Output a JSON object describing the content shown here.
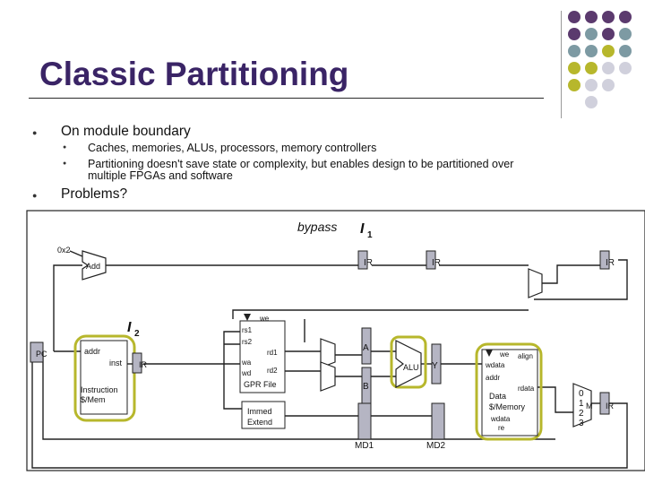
{
  "slide": {
    "title": "Classic Partitioning"
  },
  "bullets": {
    "l1a": "On module boundary",
    "l2a": "Caches, memories, ALUs, processors, memory controllers",
    "l2b_line1": "Partitioning doesn't save state or complexity, but enables design to be partitioned over",
    "l2b_line2": "multiple FPGAs and software",
    "l1b": "Problems?"
  },
  "diagram": {
    "bypass": "bypass",
    "i1_letter": "I",
    "i1_sub": "1",
    "i2_letter": "I",
    "i2_sub": "2",
    "const_0x2": "0x2",
    "add": "Add",
    "pc": "PC",
    "addr": "addr",
    "inst": "inst",
    "ir": "IR",
    "instr_mem_line1": "Instruction",
    "instr_mem_line2": "$/Mem",
    "we": "we",
    "rs1": "rs1",
    "rs2": "rs2",
    "rd1": "rd1",
    "wa": "wa",
    "wd": "wd",
    "rd2": "rd2",
    "gpr_file": "GPR File",
    "a": "A",
    "b": "B",
    "alu": "ALU",
    "y": "Y",
    "immed_line1": "Immed",
    "immed_line2": "Extend",
    "md1": "MD1",
    "md2": "MD2",
    "dm_we": "we",
    "dm_align": "align",
    "wdata": "wdata",
    "addr_label": "addr",
    "rdata": "rdata",
    "data_line1": "Data",
    "data_line2": "$/Memory",
    "wdata2": "wdata",
    "re": "re",
    "mux_0": "0",
    "mux_1": "1",
    "mux_2": "2",
    "mux_3": "3",
    "mux_m": "M"
  }
}
